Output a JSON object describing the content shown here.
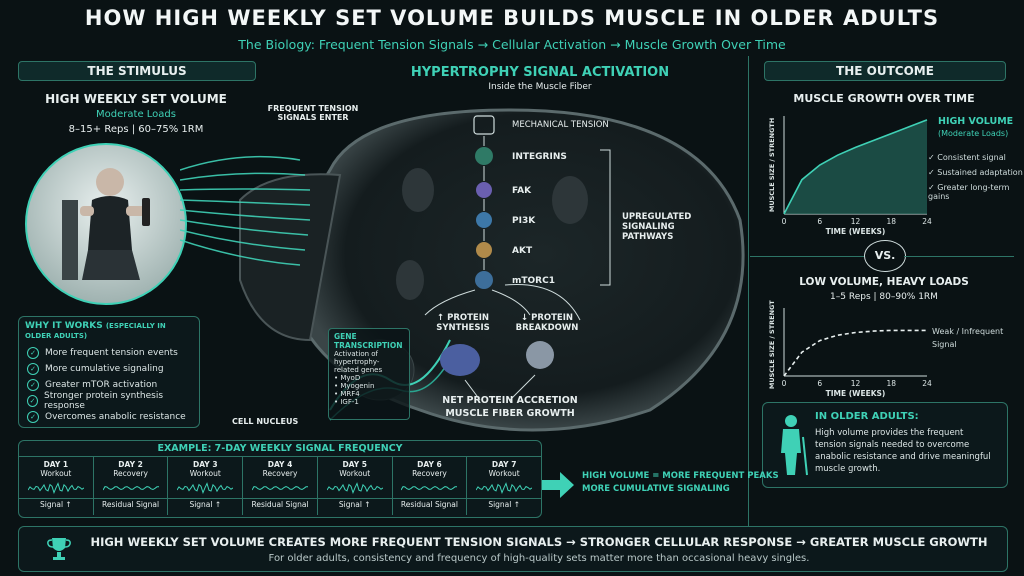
{
  "title": "HOW HIGH WEEKLY SET VOLUME BUILDS MUSCLE IN OLDER ADULTS",
  "subtitle": "The Biology: Frequent Tension Signals → Cellular Activation → Muscle Growth Over Time",
  "stimulus": {
    "header": "THE STIMULUS",
    "label": "HIGH WEEKLY SET VOLUME",
    "sub": "Moderate Loads",
    "reps": "8–15+ Reps | 60–75% 1RM"
  },
  "why": {
    "title": "WHY IT WORKS",
    "title_note": "(ESPECIALLY IN OLDER ADULTS)",
    "items": [
      "More frequent tension events",
      "More cumulative signaling",
      "Greater mTOR activation",
      "Stronger protein synthesis response",
      "Overcomes anabolic resistance"
    ]
  },
  "center": {
    "header": "HYPERTROPHY SIGNAL ACTIVATION",
    "sub": "Inside the Muscle Fiber",
    "signals": "FREQUENT TENSION\nSIGNALS ENTER",
    "mech": "MECHANICAL TENSION",
    "path": [
      "INTEGRINS",
      "FAK",
      "PI3K",
      "AKT",
      "mTORC1"
    ],
    "upreg": "UPREGULATED\nSIGNALING\nPATHWAYS",
    "synth": "↑ PROTEIN\nSYNTHESIS",
    "break": "↓ PROTEIN\nBREAKDOWN",
    "net": "NET PROTEIN ACCRETION",
    "growth": "MUSCLE FIBER GROWTH",
    "gene_title": "GENE TRANSCRIPTION",
    "gene_desc": "Activation of hypertrophy-\nrelated genes",
    "genes": [
      "MyoD",
      "Myogenin",
      "MRF4",
      "IGF-1"
    ],
    "nucleus": "CELL NUCLEUS"
  },
  "outcome": {
    "header": "THE OUTCOME",
    "chart_title": "MUSCLE GROWTH OVER TIME",
    "high_label": "HIGH VOLUME",
    "high_sub": "(Moderate Loads)",
    "bullets": [
      "✓ Consistent signal",
      "✓ Sustained adaptation",
      "✓ Greater long-term gains"
    ],
    "vs": "VS.",
    "low_title": "LOW VOLUME, HEAVY LOADS",
    "low_sub": "1–5 Reps | 80–90% 1RM",
    "low_label": "Weak / Infrequent\nSignal"
  },
  "chart_data": [
    {
      "type": "area",
      "title": "MUSCLE GROWTH OVER TIME",
      "xlabel": "TIME (WEEKS)",
      "ylabel": "MUSCLE SIZE / STRENGTH",
      "x_ticks": [
        0,
        6,
        12,
        18,
        24
      ],
      "xlim": [
        0,
        24
      ],
      "x": [
        0,
        3,
        6,
        9,
        12,
        15,
        18,
        21,
        24
      ],
      "series": [
        {
          "name": "HIGH VOLUME",
          "values": [
            0,
            35,
            50,
            60,
            68,
            75,
            82,
            89,
            96
          ]
        }
      ],
      "ylim": [
        0,
        100
      ]
    },
    {
      "type": "line",
      "title": "LOW VOLUME, HEAVY LOADS",
      "xlabel": "TIME (WEEKS)",
      "ylabel": "MUSCLE SIZE / STRENGTH",
      "x_ticks": [
        0,
        6,
        12,
        18,
        24
      ],
      "xlim": [
        0,
        24
      ],
      "x": [
        0,
        3,
        6,
        9,
        12,
        15,
        18,
        21,
        24
      ],
      "series": [
        {
          "name": "Weak / Infrequent Signal",
          "values": [
            0,
            35,
            52,
            60,
            64,
            66,
            67,
            67,
            67
          ]
        }
      ],
      "ylim": [
        0,
        100
      ]
    }
  ],
  "older": {
    "title": "IN OLDER ADULTS:",
    "text": "High volume provides the frequent tension signals needed to overcome anabolic resistance and drive meaningful muscle growth."
  },
  "week": {
    "title": "EXAMPLE: 7-DAY WEEKLY SIGNAL FREQUENCY",
    "days": [
      {
        "day": "DAY 1",
        "type": "Workout",
        "sig": "Signal ↑"
      },
      {
        "day": "DAY 2",
        "type": "Recovery",
        "sig": "Residual Signal"
      },
      {
        "day": "DAY 3",
        "type": "Workout",
        "sig": "Signal ↑"
      },
      {
        "day": "DAY 4",
        "type": "Recovery",
        "sig": "Residual Signal"
      },
      {
        "day": "DAY 5",
        "type": "Workout",
        "sig": "Signal ↑"
      },
      {
        "day": "DAY 6",
        "type": "Recovery",
        "sig": "Residual Signal"
      },
      {
        "day": "DAY 7",
        "type": "Workout",
        "sig": "Signal ↑"
      }
    ],
    "arrow_text": "HIGH VOLUME = MORE FREQUENT PEAKS\nMORE CUMULATIVE SIGNALING"
  },
  "bottom": {
    "main": "HIGH WEEKLY SET VOLUME CREATES MORE FREQUENT TENSION SIGNALS → STRONGER CELLULAR RESPONSE → GREATER MUSCLE GROWTH",
    "sub": "For older adults, consistency and frequency of high-quality sets matter more than occasional heavy singles."
  },
  "colors": {
    "accent": "#3fd1b6",
    "border": "#2d7466",
    "bg": "#0a1214"
  }
}
